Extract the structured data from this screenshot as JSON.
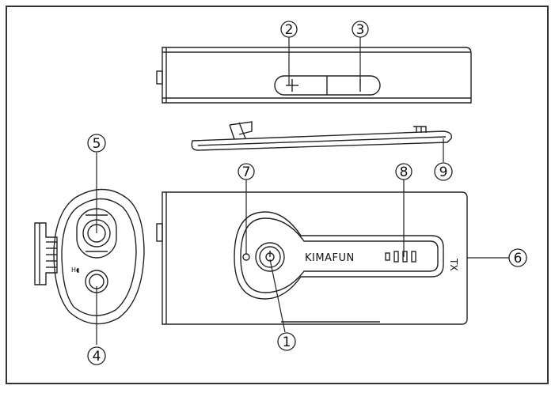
{
  "device": {
    "brand_label": "KIMAFUN",
    "side_label": "TX",
    "plus_symbol": "+",
    "minus_symbol": "|"
  },
  "callouts": [
    {
      "id": "1",
      "label": "①"
    },
    {
      "id": "2",
      "label": "②"
    },
    {
      "id": "3",
      "label": "③"
    },
    {
      "id": "4",
      "label": "④"
    },
    {
      "id": "5",
      "label": "⑤"
    },
    {
      "id": "6",
      "label": "⑥"
    },
    {
      "id": "7",
      "label": "⑦"
    },
    {
      "id": "8",
      "label": "⑧"
    },
    {
      "id": "9",
      "label": "⑨"
    }
  ],
  "colors": {
    "line": "#222222",
    "frame": "#333333",
    "background": "#ffffff"
  }
}
